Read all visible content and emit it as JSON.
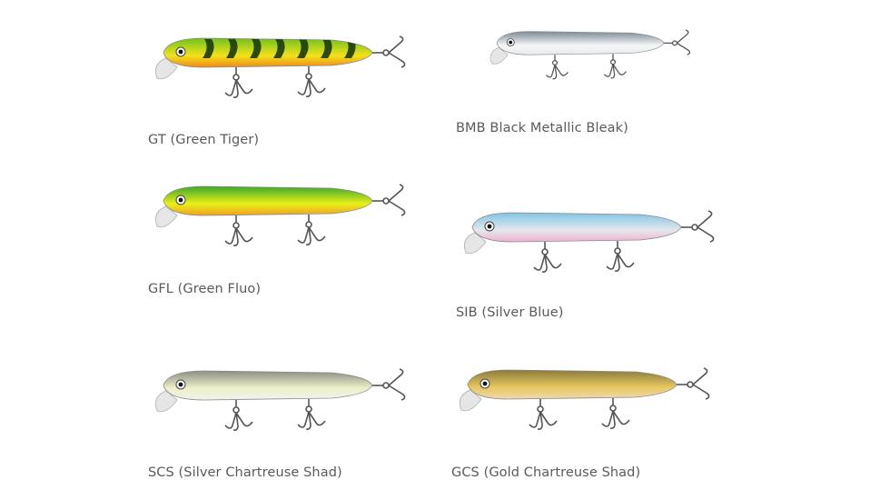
{
  "lures": [
    {
      "code_label": "GT (Green Tiger)",
      "colors": {
        "top": "#6fc21e",
        "bottom": "#f2e21a",
        "belly": "#f08a1a",
        "stripe": "#1c3a10"
      },
      "striped": true
    },
    {
      "code_label": "BMB Black Metallic Bleak)",
      "colors": {
        "top": "#7d8a94",
        "bottom": "#f4f6f8",
        "belly": "#e8eaec",
        "stripe": ""
      },
      "striped": false
    },
    {
      "code_label": "GFL (Green Fluo)",
      "colors": {
        "top": "#3aa82a",
        "bottom": "#e8f01a",
        "belly": "#f0a020",
        "stripe": ""
      },
      "striped": false
    },
    {
      "code_label": "SIB (Silver Blue)",
      "colors": {
        "top": "#7fc4e4",
        "bottom": "#e4e8ec",
        "belly": "#f0b0d0",
        "stripe": ""
      },
      "striped": false
    },
    {
      "code_label": "SCS (Silver Chartreuse Shad)",
      "colors": {
        "top": "#8a8f86",
        "bottom": "#eef0c8",
        "belly": "#f2f2f2",
        "stripe": ""
      },
      "striped": false
    },
    {
      "code_label": "GCS (Gold Chartreuse Shad)",
      "colors": {
        "top": "#8a7a3a",
        "bottom": "#e8c860",
        "belly": "#f0d8b0",
        "stripe": ""
      },
      "striped": false
    }
  ]
}
